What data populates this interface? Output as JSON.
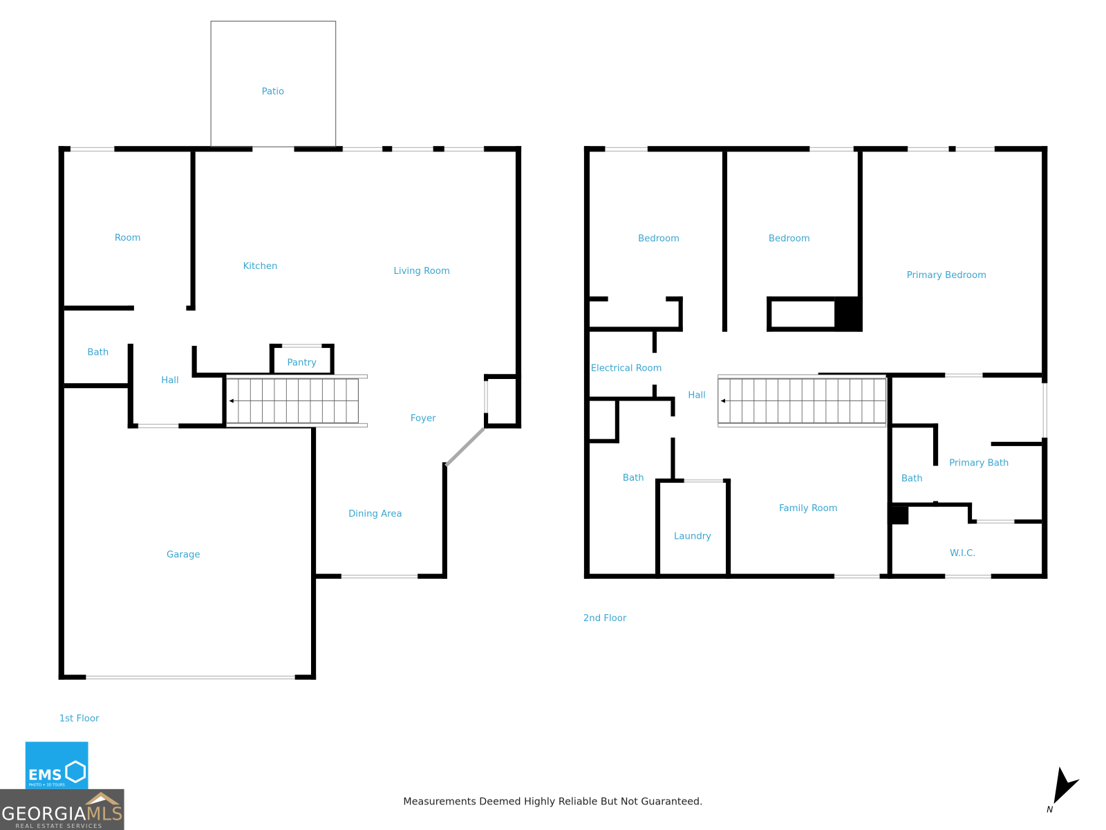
{
  "colors": {
    "wall": "#000000",
    "label": "#3aa6d0",
    "ems_brand": "#1ea7e8",
    "mls_bg": "#5a5a5a",
    "mls_accent": "#c9a878"
  },
  "floor1": {
    "title": "1st Floor",
    "rooms": [
      "Patio",
      "Room",
      "Kitchen",
      "Living Room",
      "Bath",
      "Hall",
      "Pantry",
      "Foyer",
      "Dining Area",
      "Garage"
    ]
  },
  "floor2": {
    "title": "2nd Floor",
    "rooms": [
      "Bedroom",
      "Bedroom",
      "Primary Bedroom",
      "Electrical Room",
      "Hall",
      "Bath",
      "Laundry",
      "Family Room",
      "Bath",
      "Primary Bath",
      "W.I.C."
    ]
  },
  "disclaimer": "Measurements Deemed Highly Reliable But Not Guaranteed.",
  "logos": {
    "ems": "EMS",
    "ems_sub": "PHOTO + 3D TOURS",
    "mls_a": "GEORGIA",
    "mls_b": "MLS",
    "mls_sub": "REAL ESTATE SERVICES"
  },
  "compass": {
    "label": "N",
    "icon": "north-arrow-icon"
  }
}
